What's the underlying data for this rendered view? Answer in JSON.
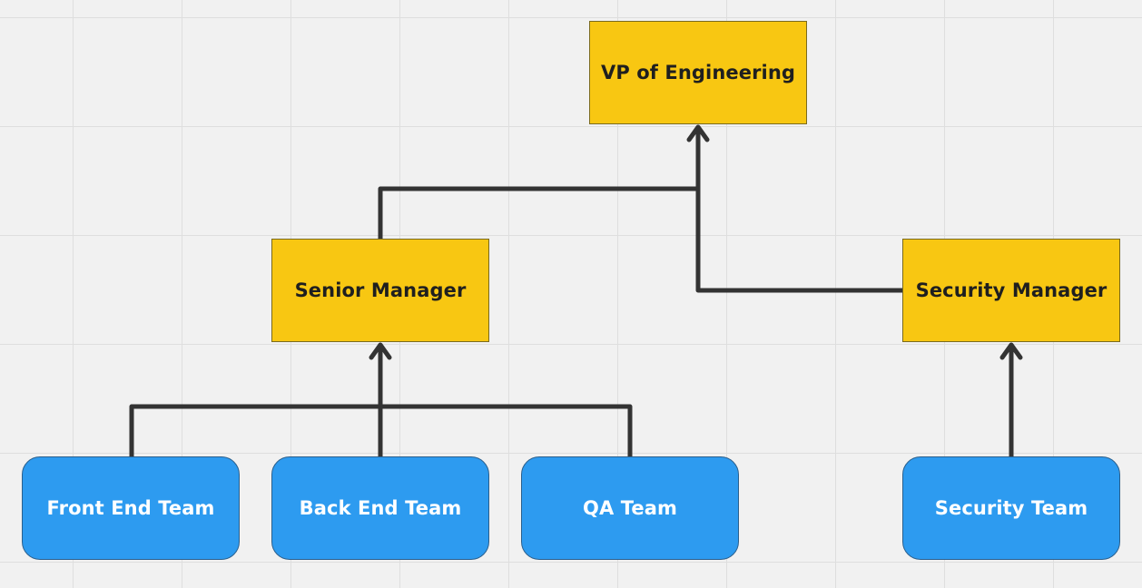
{
  "diagram": {
    "nodes": {
      "vp": {
        "label": "VP of Engineering"
      },
      "senior_manager": {
        "label": "Senior Manager"
      },
      "security_manager": {
        "label": "Security Manager"
      },
      "front_end_team": {
        "label": "Front End Team"
      },
      "back_end_team": {
        "label": "Back End Team"
      },
      "qa_team": {
        "label": "QA Team"
      },
      "security_team": {
        "label": "Security Team"
      }
    },
    "edges": [
      {
        "from": "senior_manager",
        "to": "vp"
      },
      {
        "from": "security_manager",
        "to": "vp"
      },
      {
        "from": "front_end_team",
        "to": "senior_manager"
      },
      {
        "from": "back_end_team",
        "to": "senior_manager"
      },
      {
        "from": "qa_team",
        "to": "senior_manager"
      },
      {
        "from": "security_team",
        "to": "security_manager"
      }
    ],
    "colors": {
      "manager_fill": "#f8c712",
      "team_fill": "#2d9bf0",
      "connector": "#333333",
      "background": "#f1f1f1",
      "grid": "#dedede"
    }
  }
}
